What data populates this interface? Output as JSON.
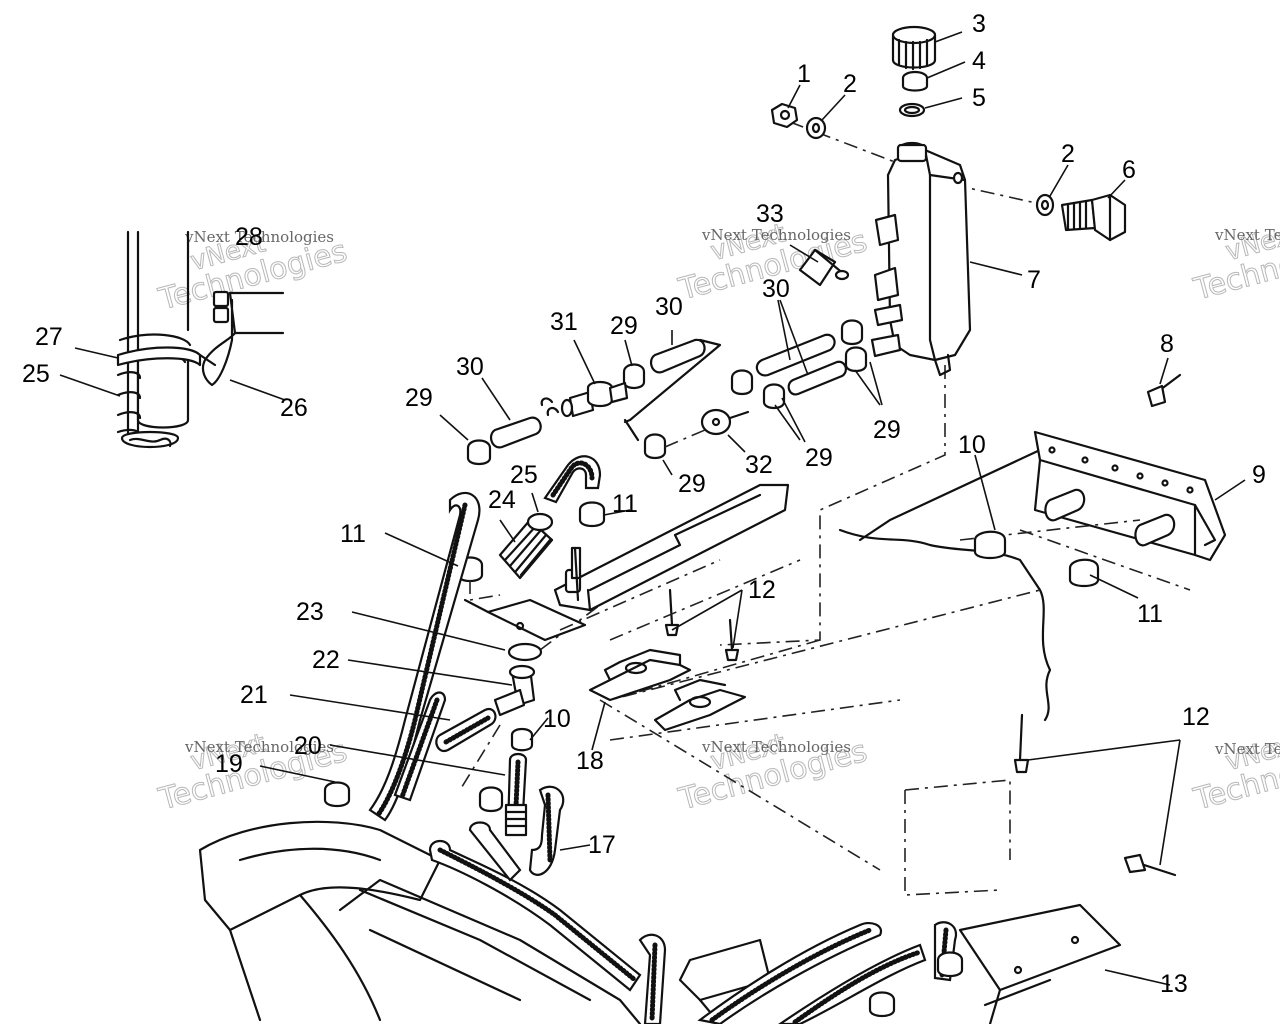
{
  "watermark": {
    "line1": "vNext",
    "line2": "Technologies",
    "small": "vNext Technologies"
  },
  "callouts": [
    {
      "id": "c1",
      "text": "1"
    },
    {
      "id": "c2a",
      "text": "2"
    },
    {
      "id": "c2b",
      "text": "2"
    },
    {
      "id": "c3",
      "text": "3"
    },
    {
      "id": "c4",
      "text": "4"
    },
    {
      "id": "c5",
      "text": "5"
    },
    {
      "id": "c6",
      "text": "6"
    },
    {
      "id": "c7",
      "text": "7"
    },
    {
      "id": "c8",
      "text": "8"
    },
    {
      "id": "c9",
      "text": "9"
    },
    {
      "id": "c10a",
      "text": "10"
    },
    {
      "id": "c10b",
      "text": "10"
    },
    {
      "id": "c11a",
      "text": "11"
    },
    {
      "id": "c11b",
      "text": "11"
    },
    {
      "id": "c11c",
      "text": "11"
    },
    {
      "id": "c12a",
      "text": "12"
    },
    {
      "id": "c12b",
      "text": "12"
    },
    {
      "id": "c13",
      "text": "13"
    },
    {
      "id": "c17",
      "text": "17"
    },
    {
      "id": "c18",
      "text": "18"
    },
    {
      "id": "c19",
      "text": "19"
    },
    {
      "id": "c20",
      "text": "20"
    },
    {
      "id": "c21",
      "text": "21"
    },
    {
      "id": "c22",
      "text": "22"
    },
    {
      "id": "c23",
      "text": "23"
    },
    {
      "id": "c24",
      "text": "24"
    },
    {
      "id": "c25a",
      "text": "25"
    },
    {
      "id": "c25b",
      "text": "25"
    },
    {
      "id": "c26",
      "text": "26"
    },
    {
      "id": "c27",
      "text": "27"
    },
    {
      "id": "c28",
      "text": "28"
    },
    {
      "id": "c29a",
      "text": "29"
    },
    {
      "id": "c29b",
      "text": "29"
    },
    {
      "id": "c29c",
      "text": "29"
    },
    {
      "id": "c29d",
      "text": "29"
    },
    {
      "id": "c29e",
      "text": "29"
    },
    {
      "id": "c30a",
      "text": "30"
    },
    {
      "id": "c30b",
      "text": "30"
    },
    {
      "id": "c30c",
      "text": "30"
    },
    {
      "id": "c31",
      "text": "31"
    },
    {
      "id": "c32",
      "text": "32"
    },
    {
      "id": "c33",
      "text": "33"
    }
  ]
}
